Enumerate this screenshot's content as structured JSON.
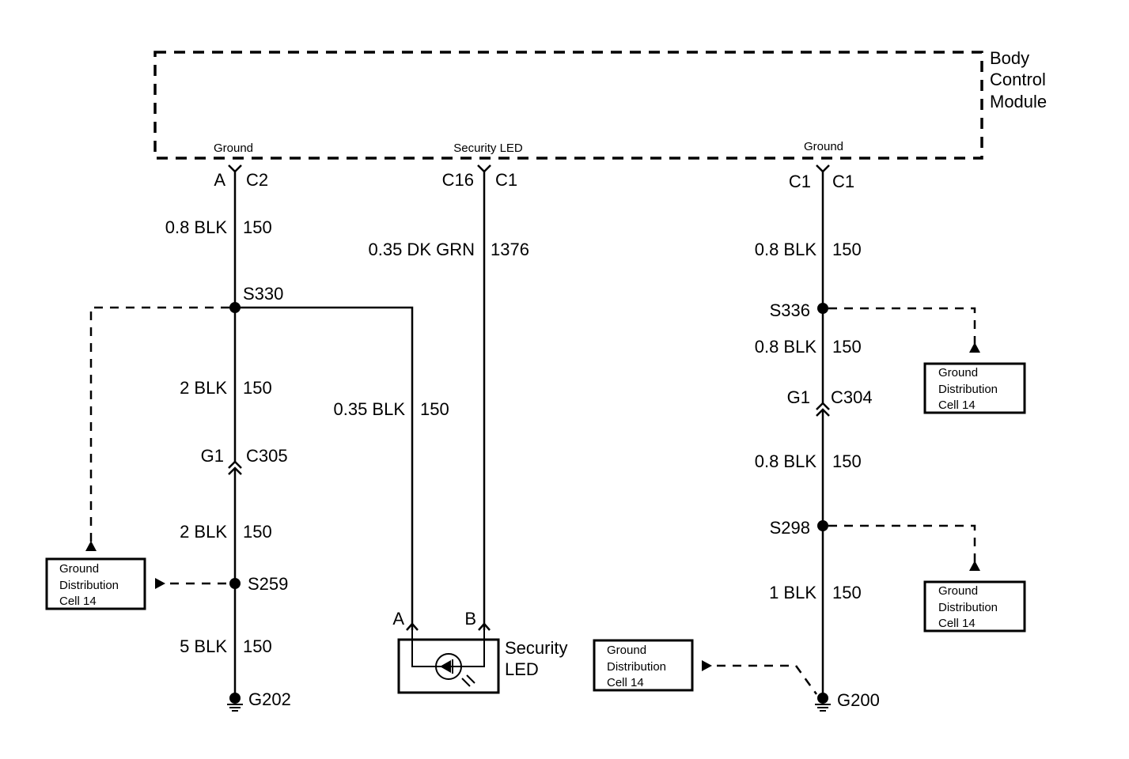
{
  "module": {
    "line1": "Body",
    "line2": "Control",
    "line3": "Module"
  },
  "pins": {
    "left": "Ground",
    "middle": "Security LED",
    "right": "Ground"
  },
  "connectors": {
    "left_top_a": "A",
    "left_top_b": "C2",
    "mid_top_a": "C16",
    "mid_top_b": "C1",
    "right_top_a": "C1",
    "right_top_b": "C1",
    "left_inline_a": "G1",
    "left_inline_b": "C305",
    "right_inline_a": "G1",
    "right_inline_b": "C304"
  },
  "wires": {
    "left_1_gauge": "0.8 BLK",
    "left_1_circuit": "150",
    "left_2_gauge": "2 BLK",
    "left_2_circuit": "150",
    "left_3_gauge": "2 BLK",
    "left_3_circuit": "150",
    "left_4_gauge": "5 BLK",
    "left_4_circuit": "150",
    "mid_grn_gauge": "0.35 DK GRN",
    "mid_grn_circuit": "1376",
    "mid_blk_gauge": "0.35 BLK",
    "mid_blk_circuit": "150",
    "right_1_gauge": "0.8 BLK",
    "right_1_circuit": "150",
    "right_2_gauge": "0.8 BLK",
    "right_2_circuit": "150",
    "right_3_gauge": "0.8 BLK",
    "right_3_circuit": "150",
    "right_4_gauge": "1 BLK",
    "right_4_circuit": "150"
  },
  "splices": {
    "s330": "S330",
    "s259": "S259",
    "s336": "S336",
    "s298": "S298"
  },
  "grounds": {
    "g202": "G202",
    "g200": "G200"
  },
  "led": {
    "pin_a": "A",
    "pin_b": "B",
    "label1": "Security",
    "label2": "LED"
  },
  "ref_box": {
    "line1": "Ground",
    "line2": "Distribution",
    "line3": "Cell 14"
  }
}
